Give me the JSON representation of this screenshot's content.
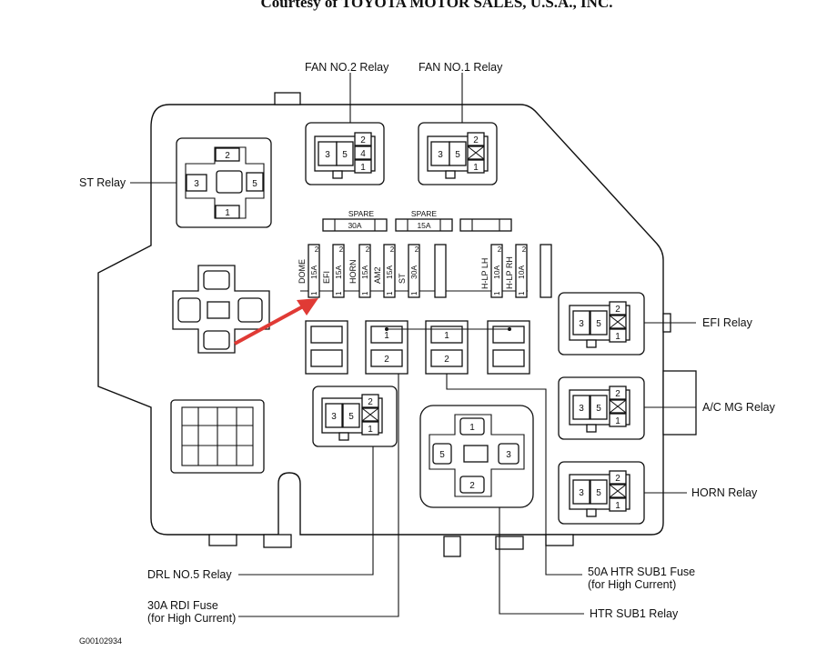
{
  "header": {
    "courtesy": "Courtesy of TOYOTA MOTOR SALES, U.S.A., INC."
  },
  "labels": {
    "fan2": "FAN NO.2 Relay",
    "fan1": "FAN NO.1 Relay",
    "st": "ST Relay",
    "efi": "EFI Relay",
    "acmg": "A/C MG Relay",
    "horn": "HORN Relay",
    "drl": "DRL NO.5 Relay",
    "rdi_line1": "30A RDI Fuse",
    "rdi_line2": "(for High Current)",
    "htr_fuse_line1": "50A HTR SUB1 Fuse",
    "htr_fuse_line2": "(for High Current)",
    "htr_relay": "HTR SUB1 Relay",
    "code": "G00102934"
  },
  "spares": [
    {
      "word": "SPARE",
      "amp": "30A"
    },
    {
      "word": "SPARE",
      "amp": "15A"
    }
  ],
  "fuses": [
    {
      "name": "DOME",
      "amp": "15A"
    },
    {
      "name": "EFI",
      "amp": "15A"
    },
    {
      "name": "HORN",
      "amp": "15A"
    },
    {
      "name": "AM2",
      "amp": "15A"
    },
    {
      "name": "ST",
      "amp": "30A"
    },
    {
      "name": "H-LP LH",
      "amp": "10A"
    },
    {
      "name": "H-LP RH",
      "amp": "10A"
    }
  ],
  "pins": {
    "p1": "1",
    "p2": "2",
    "p3": "3",
    "p4": "4",
    "p5": "5"
  },
  "colors": {
    "arrow": "#e03a35",
    "ink": "#111111"
  }
}
